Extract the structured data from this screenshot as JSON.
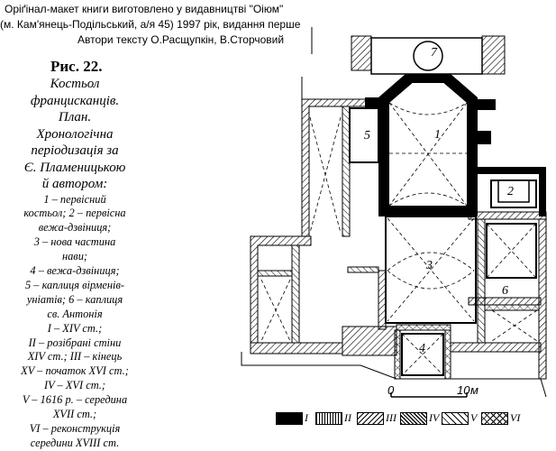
{
  "header": {
    "line1": "Оріґінал-макет книги виготовлено у видавництві \"Оіюм\"",
    "line2": "(м. Кам'янець-Подільський, а/я 45) 1997 рік, видання перше",
    "line3": "Автори тексту О.Расщупкін, В.Сторчовий"
  },
  "figure_label": "Рис. 22.",
  "caption_title": [
    "Костьол",
    "францисканців.",
    "План.",
    "Хронологічна",
    "періодизація за",
    "Є. Пламеницькою",
    "й автором:"
  ],
  "caption_list": [
    "1 – первісний",
    "костьол; 2 – первісна",
    "вежа-дзвіниця;",
    "3 – нова частина",
    "нави;",
    "4 – вежа-дзвіниця;",
    "5 – каплиця вірменів-",
    "уніатів; 6 – каплиця",
    "св. Антонія",
    "I – XIV ст.;",
    "II – розібрані стіни",
    "XIV ст.; III – кінець",
    "XV – початок XVI ст.;",
    "IV – XVI ст.;",
    "V – 1616 р. – середина",
    "XVII ст.;",
    "VI – реконструкція",
    "середини XVIII ст."
  ],
  "plan": {
    "room_labels": [
      "1",
      "2",
      "3",
      "4",
      "5",
      "6",
      "7"
    ],
    "scale": {
      "zero": "0",
      "ten": "10",
      "unit": "м"
    }
  },
  "legend": [
    "I",
    "II",
    "III",
    "IV",
    "V",
    "VI"
  ]
}
